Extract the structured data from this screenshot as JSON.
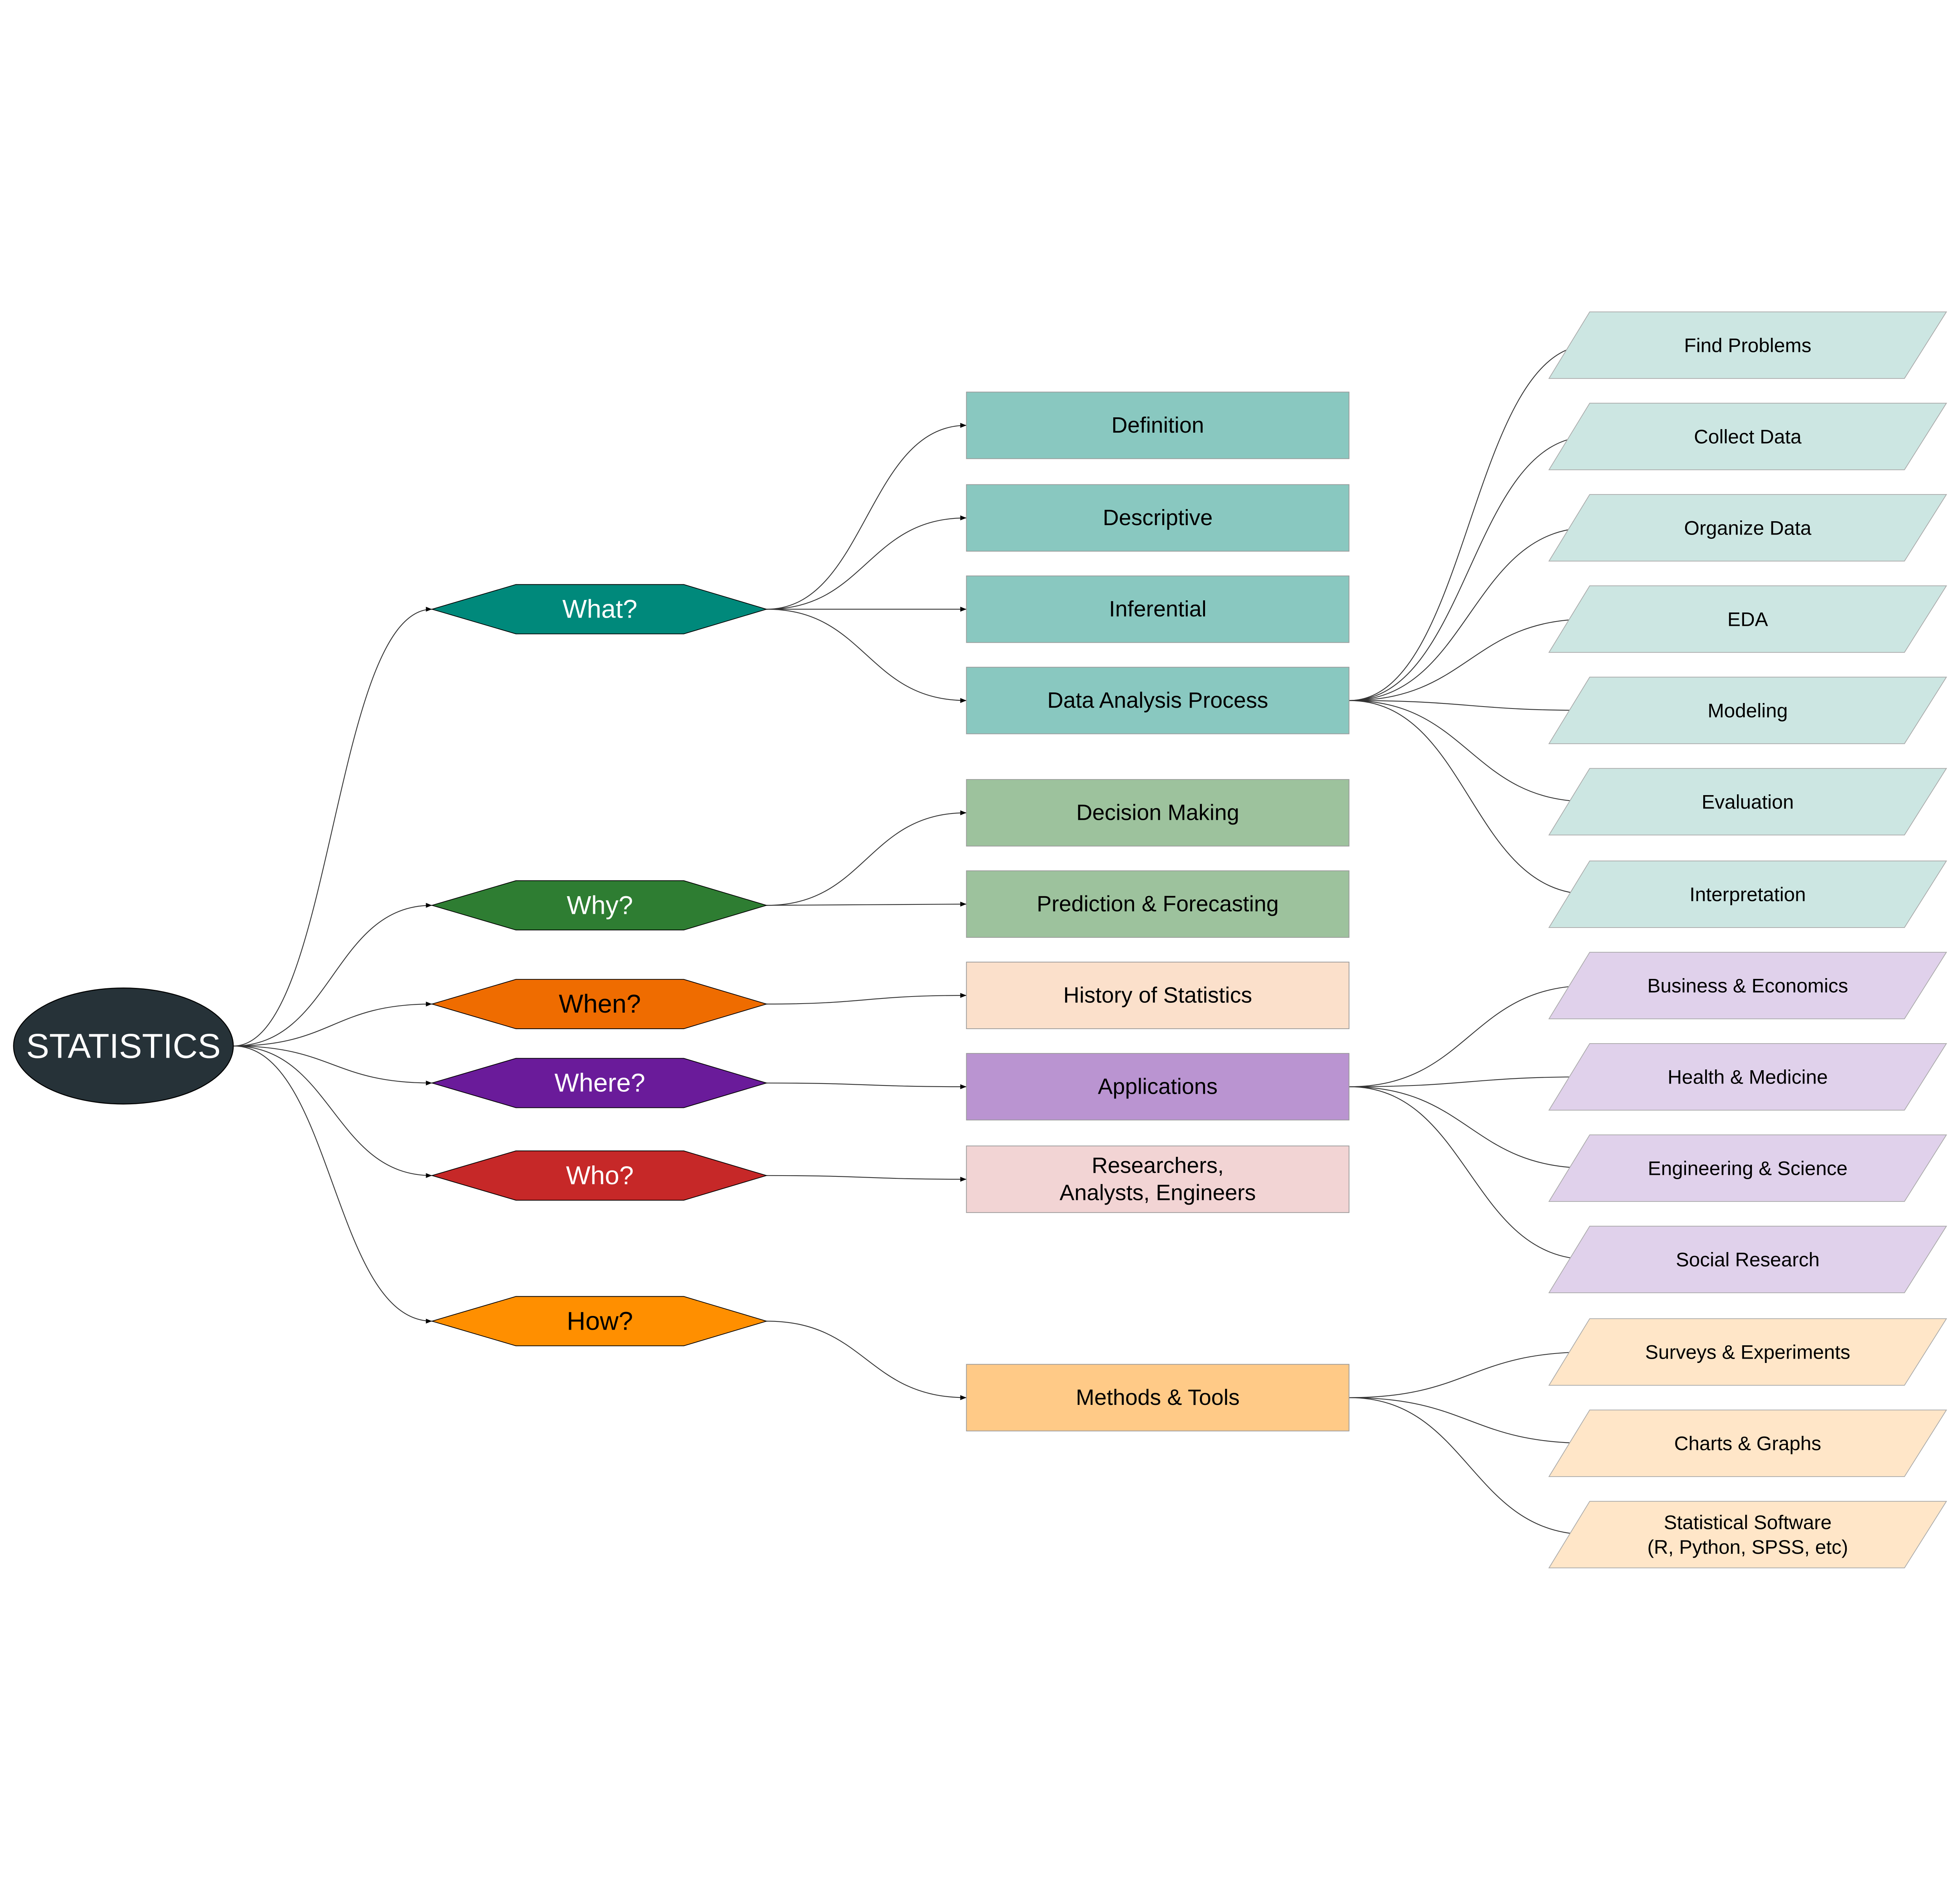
{
  "root": {
    "label": "STATISTICS",
    "fill": "#263238",
    "text_color": "#ffffff"
  },
  "branches": [
    {
      "label": "What?",
      "fill": "#00897b",
      "text_color": "#ffffff",
      "children": [
        {
          "label": [
            "Definition"
          ],
          "fill": "#89c8c0"
        },
        {
          "label": [
            "Descriptive"
          ],
          "fill": "#89c8c0"
        },
        {
          "label": [
            "Inferential"
          ],
          "fill": "#89c8c0"
        },
        {
          "label": [
            "Data Analysis Process"
          ],
          "fill": "#89c8c0",
          "children": [
            {
              "label": [
                "Find Problems"
              ],
              "fill": "#cce6e2"
            },
            {
              "label": [
                "Collect Data"
              ],
              "fill": "#cce6e2"
            },
            {
              "label": [
                "Organize Data"
              ],
              "fill": "#cce6e2"
            },
            {
              "label": [
                "EDA"
              ],
              "fill": "#cce6e2"
            },
            {
              "label": [
                "Modeling"
              ],
              "fill": "#cce6e2"
            },
            {
              "label": [
                "Evaluation"
              ],
              "fill": "#cce6e2"
            },
            {
              "label": [
                "Interpretation"
              ],
              "fill": "#cce6e2"
            }
          ]
        }
      ]
    },
    {
      "label": "Why?",
      "fill": "#2e7d32",
      "text_color": "#ffffff",
      "children": [
        {
          "label": [
            "Decision Making"
          ],
          "fill": "#9dc29d"
        },
        {
          "label": [
            "Prediction & Forecasting"
          ],
          "fill": "#9dc29d"
        }
      ]
    },
    {
      "label": "When?",
      "fill": "#ef6c00",
      "text_color": "#000000",
      "children": [
        {
          "label": [
            "History of Statistics"
          ],
          "fill": "#fbe0cb"
        }
      ]
    },
    {
      "label": "Where?",
      "fill": "#6a1b9a",
      "text_color": "#ffffff",
      "children": [
        {
          "label": [
            "Applications"
          ],
          "fill": "#ba94d1",
          "children": [
            {
              "label": [
                "Business & Economics"
              ],
              "fill": "#e0d1eb"
            },
            {
              "label": [
                "Health & Medicine"
              ],
              "fill": "#e0d1eb"
            },
            {
              "label": [
                "Engineering & Science"
              ],
              "fill": "#e0d1eb"
            },
            {
              "label": [
                "Social Research"
              ],
              "fill": "#e0d1eb"
            }
          ]
        }
      ]
    },
    {
      "label": "Who?",
      "fill": "#c62828",
      "text_color": "#ffffff",
      "children": [
        {
          "label": [
            "Researchers,",
            "Analysts, Engineers"
          ],
          "fill": "#f2d4d4"
        }
      ]
    },
    {
      "label": "How?",
      "fill": "#ff8f00",
      "text_color": "#000000",
      "children": [
        {
          "label": [
            "Methods & Tools"
          ],
          "fill": "#ffca87",
          "children": [
            {
              "label": [
                "Surveys & Experiments"
              ],
              "fill": "#ffe6c8"
            },
            {
              "label": [
                "Charts & Graphs"
              ],
              "fill": "#ffe6c8"
            },
            {
              "label": [
                "Statistical Software",
                "(R, Python, SPSS, etc)"
              ],
              "fill": "#ffe6c8"
            }
          ]
        }
      ]
    }
  ]
}
